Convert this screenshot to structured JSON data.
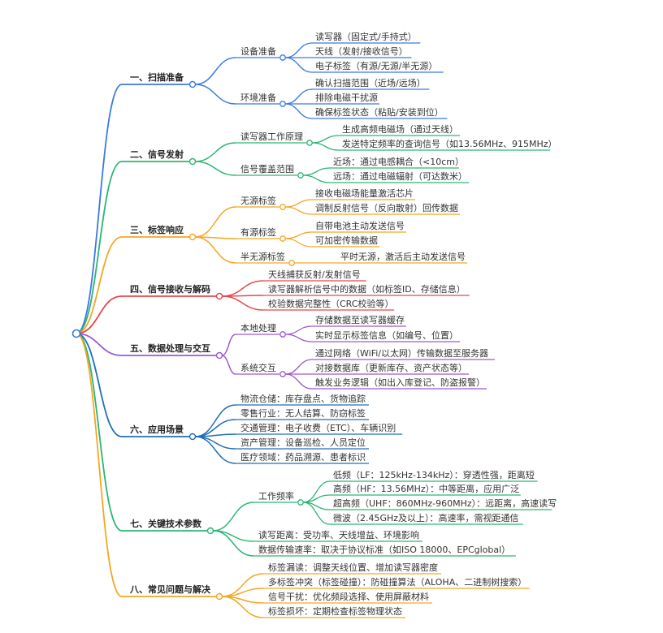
{
  "colors": [
    "#3b7ae0",
    "#2bb673",
    "#f5a623",
    "#e5484d",
    "#9b59d0",
    "#1f6fb5",
    "#2bb673",
    "#f5a623"
  ],
  "sections": [
    {
      "title": "一、扫描准备",
      "children": [
        {
          "label": "设备准备",
          "children": [
            "读写器（固定式/手持式）",
            "天线（发射/接收信号）",
            "电子标签（有源/无源/半无源）"
          ]
        },
        {
          "label": "环境准备",
          "children": [
            "确认扫描范围（近场/远场）",
            "排除电磁干扰源",
            "确保标签状态（粘贴/安装到位）"
          ]
        }
      ]
    },
    {
      "title": "二、信号发射",
      "children": [
        {
          "label": "读写器工作原理",
          "children": [
            "生成高频电磁场（通过天线）",
            "发送特定频率的查询信号（如13.56MHz、915MHz）"
          ]
        },
        {
          "label": "信号覆盖范围",
          "children": [
            "近场：通过电感耦合（<10cm）",
            "远场：通过电磁辐射（可达数米）"
          ]
        }
      ]
    },
    {
      "title": "三、标签响应",
      "children": [
        {
          "label": "无源标签",
          "children": [
            "接收电磁场能量激活芯片",
            "调制反射信号（反向散射）回传数据"
          ]
        },
        {
          "label": "有源标签",
          "children": [
            "自带电池主动发送信号",
            "可加密传输数据"
          ]
        },
        {
          "label": "半无源标签",
          "children": [
            "平时无源，激活后主动发送信号"
          ]
        }
      ]
    },
    {
      "title": "四、信号接收与解码",
      "children": [
        {
          "label": "天线捕获反射/发射信号",
          "children": []
        },
        {
          "label": "读写器解析信号中的数据（如标签ID、存储信息）",
          "children": []
        },
        {
          "label": "校验数据完整性（CRC校验等）",
          "children": []
        }
      ]
    },
    {
      "title": "五、数据处理与交互",
      "children": [
        {
          "label": "本地处理",
          "children": [
            "存储数据至读写器缓存",
            "实时显示标签信息（如编号、位置）"
          ]
        },
        {
          "label": "系统交互",
          "children": [
            "通过网络（WiFi/以太网）传输数据至服务器",
            "对接数据库（更新库存、资产状态等）",
            "触发业务逻辑（如出入库登记、防盗报警）"
          ]
        }
      ]
    },
    {
      "title": "六、应用场景",
      "children": [
        {
          "label": "物流仓储：库存盘点、货物追踪",
          "children": []
        },
        {
          "label": "零售行业：无人结算、防窃标签",
          "children": []
        },
        {
          "label": "交通管理：电子收费（ETC）、车辆识别",
          "children": []
        },
        {
          "label": "资产管理：设备巡检、人员定位",
          "children": []
        },
        {
          "label": "医疗领域：药品溯源、患者标识",
          "children": []
        }
      ]
    },
    {
      "title": "七、关键技术参数",
      "children": [
        {
          "label": "工作频率",
          "children": [
            "低频（LF：125kHz-134kHz）：穿透性强，距离短",
            "高频（HF：13.56MHz）：中等距离，应用广泛",
            "超高频（UHF：860MHz-960MHz）：远距离，高速读写",
            "微波（2.45GHz及以上）：高速率，需视距通信"
          ]
        },
        {
          "label": "读写距离：受功率、天线增益、环境影响",
          "children": []
        },
        {
          "label": "数据传输速率：取决于协议标准（如ISO 18000、EPCglobal）",
          "children": []
        }
      ]
    },
    {
      "title": "八、常见问题与解决",
      "children": [
        {
          "label": "标签漏读：调整天线位置、增加读写器密度",
          "children": []
        },
        {
          "label": "多标签冲突（标签碰撞）：防碰撞算法（ALOHA、二进制树搜索）",
          "children": []
        },
        {
          "label": "信号干扰：优化频段选择、使用屏蔽材料",
          "children": []
        },
        {
          "label": "标签损坏：定期检查标签物理状态",
          "children": []
        }
      ]
    }
  ]
}
